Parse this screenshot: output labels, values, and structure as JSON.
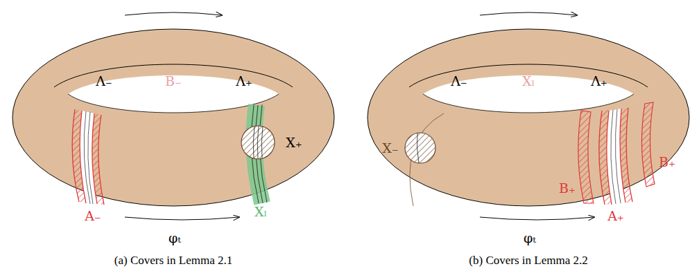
{
  "diagram": {
    "labels": [
      "Λ₋",
      "B₋",
      "Λ₊",
      "X₊",
      "A₋",
      "Xₗ",
      "φₜ",
      "(a) Covers in Lemma 2.1",
      "Λ₋",
      "Xₗ",
      "Λ₊",
      "X₋",
      "B₊",
      "B₊",
      "A₊",
      "φₜ",
      "(b) Covers in Lemma 2.2"
    ]
  }
}
